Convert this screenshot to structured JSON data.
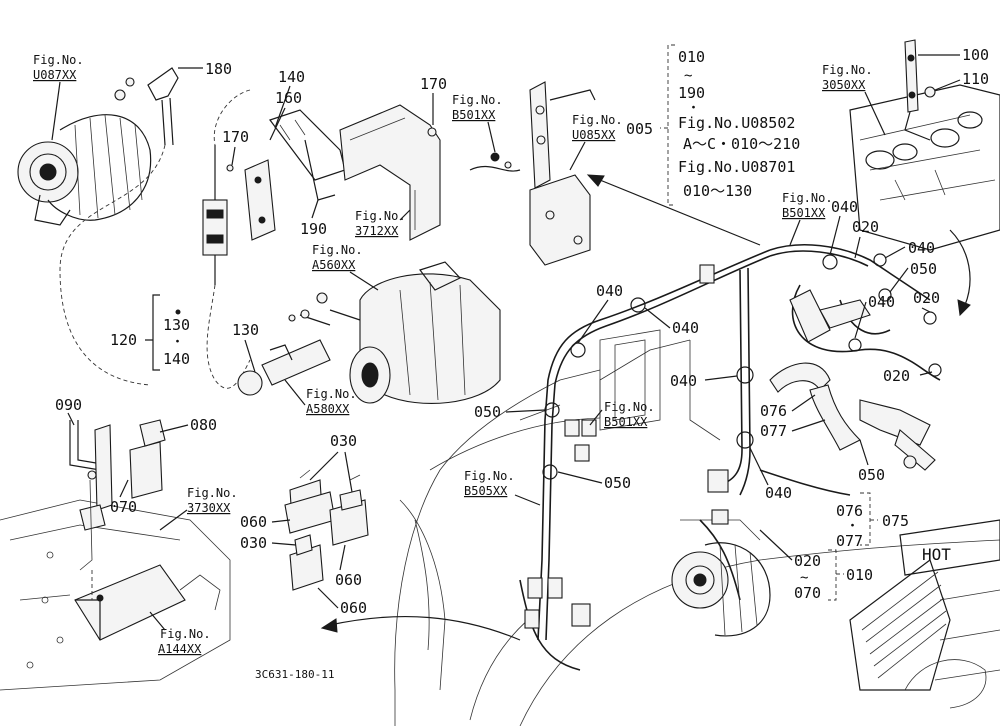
{
  "footer_code": "3C631-180-11",
  "fig_refs": {
    "u087": {
      "title": "Fig.No.",
      "code": "U087XX"
    },
    "r3712": {
      "title": "Fig.No.",
      "code": "3712XX"
    },
    "a560": {
      "title": "Fig.No.",
      "code": "A560XX"
    },
    "a580": {
      "title": "Fig.No.",
      "code": "A580XX"
    },
    "b501_top": {
      "title": "Fig.No.",
      "code": "B501XX"
    },
    "u085": {
      "title": "Fig.No.",
      "code": "U085XX"
    },
    "r3050": {
      "title": "Fig.No.",
      "code": "3050XX"
    },
    "b501_right": {
      "title": "Fig.No.",
      "code": "B501XX"
    },
    "b501_mid": {
      "title": "Fig.No.",
      "code": "B501XX"
    },
    "b505": {
      "title": "Fig.No.",
      "code": "B505XX"
    },
    "r3730": {
      "title": "Fig.No.",
      "code": "3730XX"
    },
    "a144": {
      "title": "Fig.No.",
      "code": "A144XX"
    }
  },
  "group_005": {
    "label": "005",
    "lines": [
      "010",
      "~",
      "190",
      "・",
      "Fig.No.U08502",
      "A～C・010～210",
      "Fig.No.U08701",
      "010～130"
    ]
  },
  "group_120": {
    "label": "120",
    "lines": [
      "130",
      "・",
      "140"
    ]
  },
  "group_075": {
    "label": "075",
    "lines": [
      "076",
      "・",
      "077"
    ]
  },
  "group_010": {
    "label": "010",
    "lines": [
      "020",
      "~",
      "070"
    ]
  },
  "part_numbers": {
    "p180": "180",
    "p140": "140",
    "p160": "160",
    "p170a": "170",
    "p170b": "170",
    "p190": "190",
    "p130": "130",
    "p100": "100",
    "p110": "110",
    "p040a": "040",
    "p020a": "020",
    "p040b": "040",
    "p050a": "050",
    "p040c": "040",
    "p020b": "020",
    "p020c": "020",
    "p040d": "040",
    "p040e": "040",
    "p040f": "040",
    "p040g": "040",
    "p050b": "050",
    "p050c": "050",
    "p050d": "050",
    "p076": "076",
    "p077": "077",
    "p090": "090",
    "p080": "080",
    "p070": "070",
    "p030a": "030",
    "p060a": "060",
    "p030b": "030",
    "p060b": "060",
    "p060c": "060"
  }
}
